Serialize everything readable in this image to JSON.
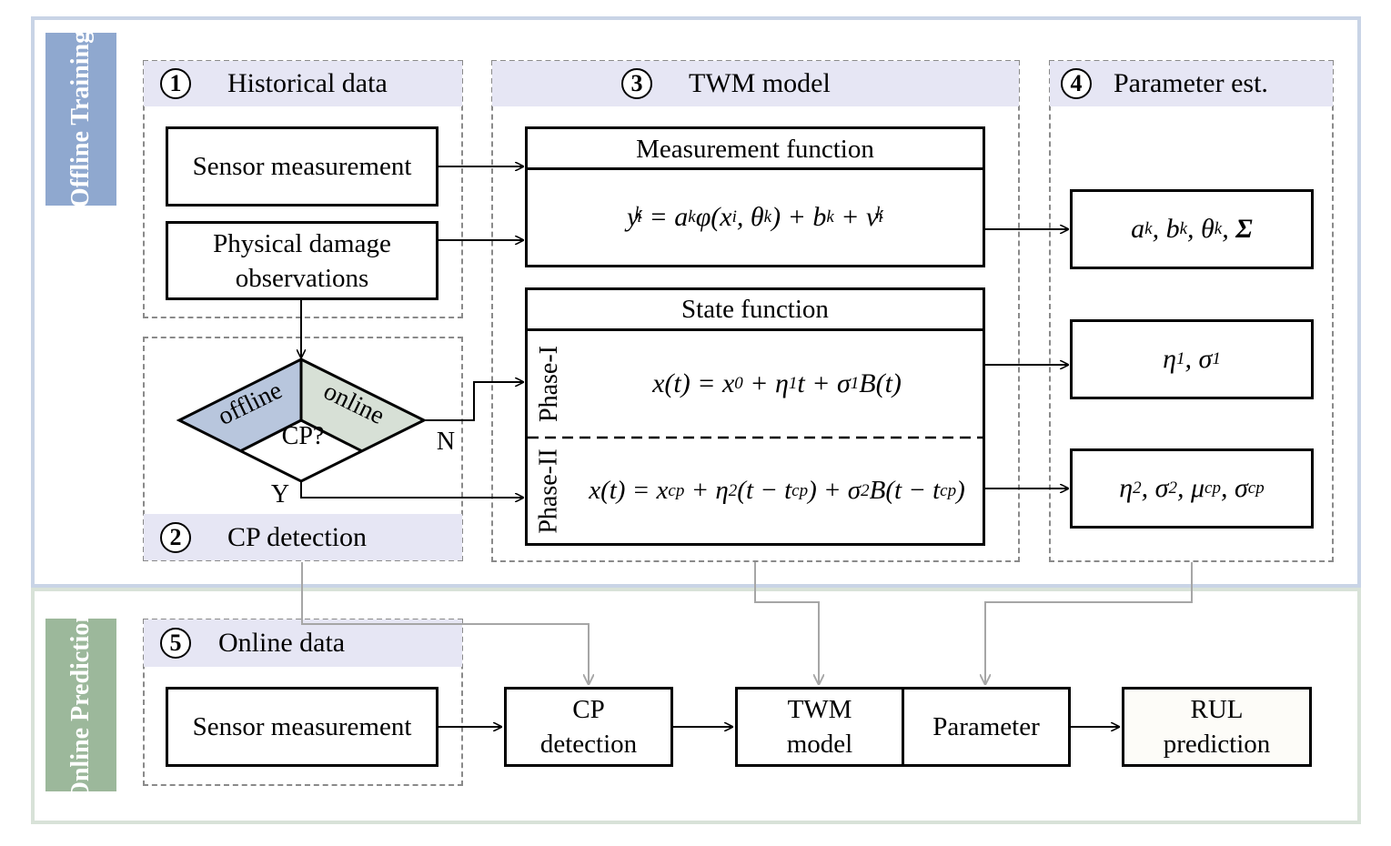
{
  "sections": {
    "offline": "Offline Training",
    "online": "Online Prediction"
  },
  "groups": {
    "historical": {
      "num": "1",
      "title": "Historical data"
    },
    "cp": {
      "num": "2",
      "title": "CP detection"
    },
    "twm": {
      "num": "3",
      "title": "TWM model"
    },
    "param": {
      "num": "4",
      "title": "Parameter est."
    },
    "online": {
      "num": "5",
      "title": "Online data"
    }
  },
  "boxes": {
    "sensor_measurement": "Sensor measurement",
    "physical_damage": "Physical damage observations",
    "measurement_function": "Measurement function",
    "state_function": "State function",
    "phase1": "Phase-I",
    "phase2": "Phase-II",
    "online_sensor": "Sensor measurement",
    "cp_detection": "CP detection",
    "twm_model": "TWM model",
    "parameter": "Parameter",
    "rul": "RUL prediction"
  },
  "decision": {
    "question": "CP?",
    "left": "offline",
    "right": "online",
    "yes": "Y",
    "no": "N"
  },
  "equations": {
    "measurement": "y_i^k = a_k φ(x_i, θ_k) + b_k + v_i^k",
    "phase1": "x(t) = x_0 + η_1 t + σ_1 B(t)",
    "phase2": "x(t) = x_cp + η_2 (t − t_cp) + σ_2 B(t − t_cp)",
    "params_measurement": "a_k, b_k, θ_k, Σ",
    "params_phase1": "η_1, σ_1",
    "params_phase2": "η_2, σ_2, μ_cp, σ_cp"
  },
  "colors": {
    "offline_band": "#8fa8cf",
    "online_band": "#9cb89b",
    "header_fill": "#e6e6f4",
    "offline_wedge": "#b8c6dd",
    "online_wedge": "#d7e0d6",
    "gray_arrow": "#a6a6a6"
  }
}
